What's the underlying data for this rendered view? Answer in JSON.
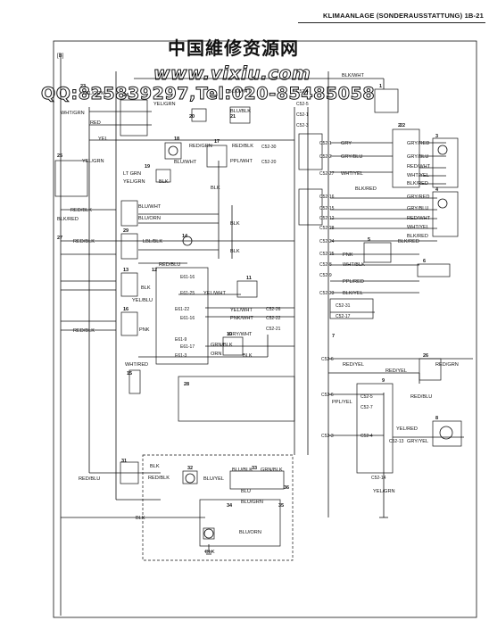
{
  "header": {
    "title": "KLIMAANLAGE (SONDERAUSSTATTUNG) 1B-21"
  },
  "watermark": {
    "line1": "中国維修资源网",
    "line2": "www.vixiu.com",
    "line3": "QQ:825839297,Tel:020-85485058"
  },
  "diagram": {
    "section_label": "[B]",
    "wire_labels": {
      "blk_wht_top": "BLK/WHT",
      "yel_grn_24": "YEL/GRN",
      "wht_grn": "WHT/GRN",
      "red": "RED",
      "yel": "YEL",
      "yel_grn_left": "YEL/GRN",
      "blk_red_left": "BLK/RED",
      "red_blk_left": "RED/BLK",
      "blk_wht_mid": "BLK/WHT",
      "blu_blk_c52": "BLU/BLK",
      "yel_grn_r": "YEL/GRN",
      "red_grn": "RED/GRN",
      "red_blk_c52": "RED/BLK",
      "ppl_wht": "PPL/WHT",
      "lt_grn": "LT GRN",
      "blu_wht": "BLU/WHT",
      "yel_grn_19": "YEL/GRN",
      "blk_19": "BLK",
      "blk_17": "BLK",
      "blk_mid": "BLK",
      "blu_wht_14": "BLU/WHT",
      "blu_orn": "BLU/ORN",
      "red_blk_29": "RED/BLK",
      "lbl_blk": "LBL/BLK",
      "blk_v": "BLK",
      "red_blu": "RED/BLU",
      "blk_13": "BLK",
      "yel_blu": "YEL/BLU",
      "yel_wht": "YEL/WHT",
      "yel_wht2": "YEL/WHT",
      "pnk_wht": "PNK/WHT",
      "pnk": "PNK",
      "red_blk_16": "RED/BLK",
      "grn_blk": "GRN/BLK",
      "orn": "ORN",
      "gry_wht": "GRY/WHT",
      "blk_10": "BLK",
      "wht_red": "WHT/RED",
      "gry": "GRY",
      "gry_blu": "GRY/BLU",
      "wht_yel": "WHT/YEL",
      "gry_red_r": "GRY/RED",
      "gry_blu_r": "GRY/BLU",
      "wht_yel_r": "WHT/YEL",
      "red_wht_r": "RED/WHT",
      "blk_red_r": "BLK/RED",
      "blk_red_r2": "BLK/RED",
      "gry_red_r2": "GRY/RED",
      "gry_blu_r2": "GRY/BLU",
      "red_wht_r2": "RED/WHT",
      "wht_yel_r2": "WHT/YEL",
      "blk_red_r3": "BLK/RED",
      "blk_red_5": "BLK/RED",
      "pnk_5": "PNK",
      "wht_blk": "WHT/BLK",
      "ppl_red": "PPL/RED",
      "blk_yel": "BLK/YEL",
      "red_yel": "RED/YEL",
      "red_yel2": "RED/YEL",
      "red_grn_26": "RED/GRN",
      "red_blu_26": "RED/BLU",
      "ppl_yel": "PPL/YEL",
      "yel_red": "YEL/RED",
      "gry_yel": "GRY/YEL",
      "yel_grn_bot": "YEL/GRN",
      "red_blu_31": "RED/BLU",
      "red_blk_31": "RED/BLK",
      "blu_yel_32": "BLU/YEL",
      "blk_31": "BLK",
      "blu": "BLU",
      "blu_grn": "BLU/GRN",
      "blu_orn_34": "BLU/ORN",
      "blk_bottom": "BLK",
      "blk_34": "BLK",
      "blu_blk_33": "BLU/BLK",
      "grn_blk_33": "GRN/BLK"
    },
    "connectors": [
      "C52-4",
      "C52-5",
      "C52-1",
      "C52-3",
      "C52-30",
      "C52-20",
      "C52-1",
      "C52-2",
      "C52-27",
      "C52-16",
      "C52-15",
      "C52-12",
      "C52-28",
      "C52-24",
      "C52-25",
      "C52-8",
      "C52-9",
      "C52-23",
      "C52-31",
      "C52-17",
      "C52-26",
      "C52-22",
      "C52-21",
      "C52-6",
      "C52-6",
      "C52-5",
      "C52-7",
      "C52-3",
      "C52-4",
      "C52-13",
      "C52-14",
      "E61-16",
      "E61-25",
      "E61-22",
      "E61-9",
      "E61-16",
      "E61-17",
      "E61-3"
    ],
    "component_numbers": [
      "1",
      "2",
      "3",
      "4",
      "5",
      "6",
      "7",
      "8",
      "9",
      "10",
      "11",
      "12",
      "13",
      "14",
      "15",
      "16",
      "17",
      "18",
      "19",
      "20",
      "21",
      "22",
      "23",
      "24",
      "25",
      "26",
      "27",
      "28",
      "29",
      "31",
      "32",
      "33",
      "34",
      "35",
      "36"
    ]
  }
}
